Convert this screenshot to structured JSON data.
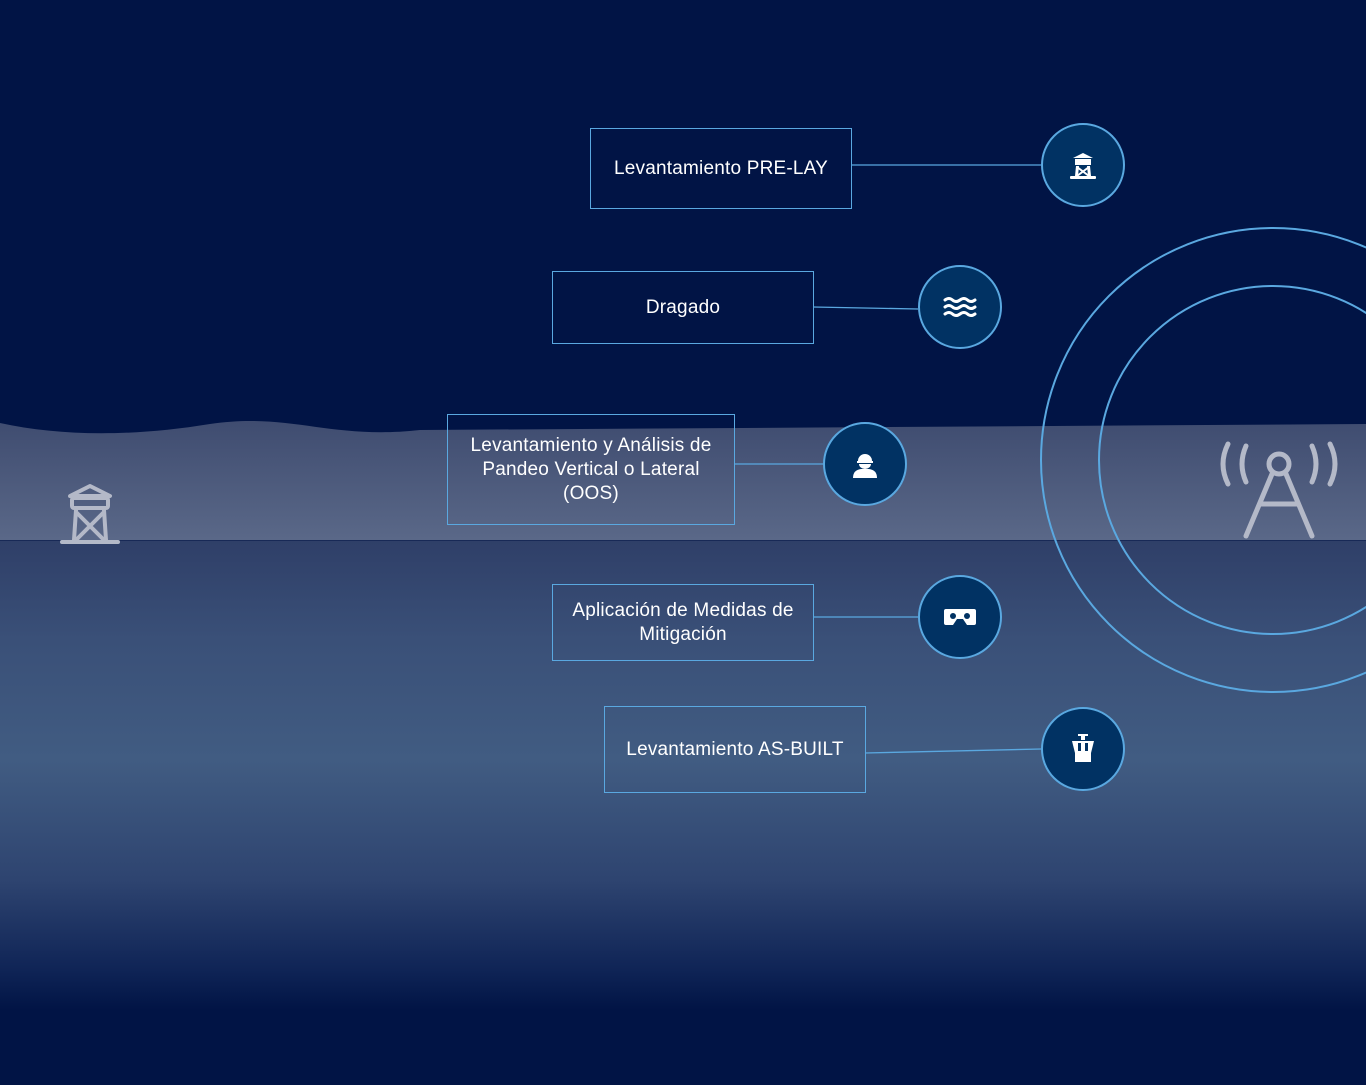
{
  "steps": [
    {
      "label": "Levantamiento PRE-LAY",
      "icon": "watchtower-icon"
    },
    {
      "label": "Dragado",
      "icon": "water-waves-icon"
    },
    {
      "label": "Levantamiento y Análisis de Pandeo Vertical o Lateral (OOS)",
      "icon": "hardhat-worker-icon"
    },
    {
      "label": "Aplicación de Medidas de Mitigación",
      "icon": "vr-cardboard-icon"
    },
    {
      "label": "Levantamiento AS-BUILT",
      "icon": "control-tower-icon"
    }
  ],
  "colors": {
    "background": "#011445",
    "accent": "#5aa8e0",
    "node": "#013263"
  }
}
